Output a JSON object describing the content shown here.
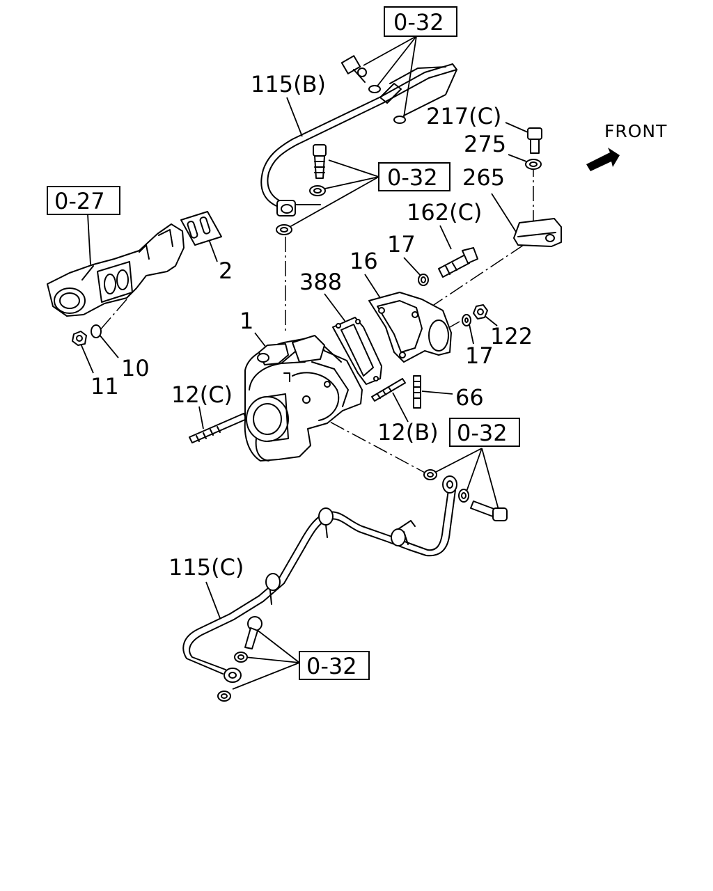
{
  "front_label": "FRONT",
  "refs": {
    "r1": "0-32",
    "r2": "0-32",
    "r3": "0-27",
    "r4": "0-32",
    "r5": "0-32"
  },
  "callouts": {
    "c115b": "115(B)",
    "c217c": "217(C)",
    "c275": "275",
    "c265": "265",
    "c162c": "162(C)",
    "c17a": "17",
    "c16": "16",
    "c388": "388",
    "c2": "2",
    "c1": "1",
    "c122": "122",
    "c17b": "17",
    "c11": "11",
    "c10": "10",
    "c12c": "12(C)",
    "c66": "66",
    "c12b": "12(B)",
    "c115c": "115(C)"
  },
  "icons": {
    "front_arrow": "front-arrow-icon"
  }
}
